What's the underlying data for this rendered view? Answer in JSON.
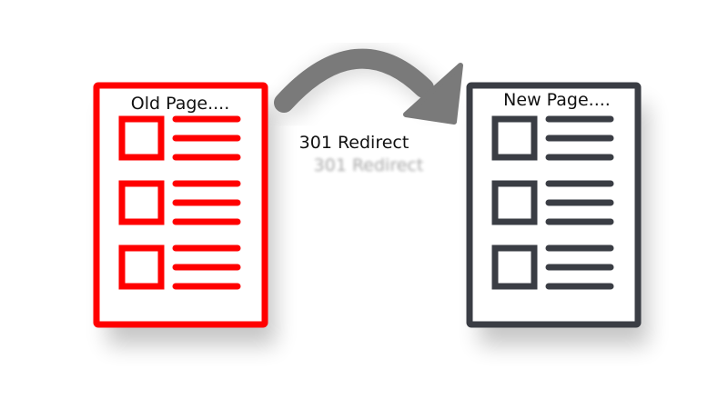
{
  "old_page": {
    "label": "Old Page....",
    "color": "#ff0000"
  },
  "new_page": {
    "label": "New Page....",
    "color": "#3a3d44"
  },
  "redirect": {
    "label": "301 Redirect",
    "arrow_color": "#7a7a7a"
  },
  "content_rows": 3
}
